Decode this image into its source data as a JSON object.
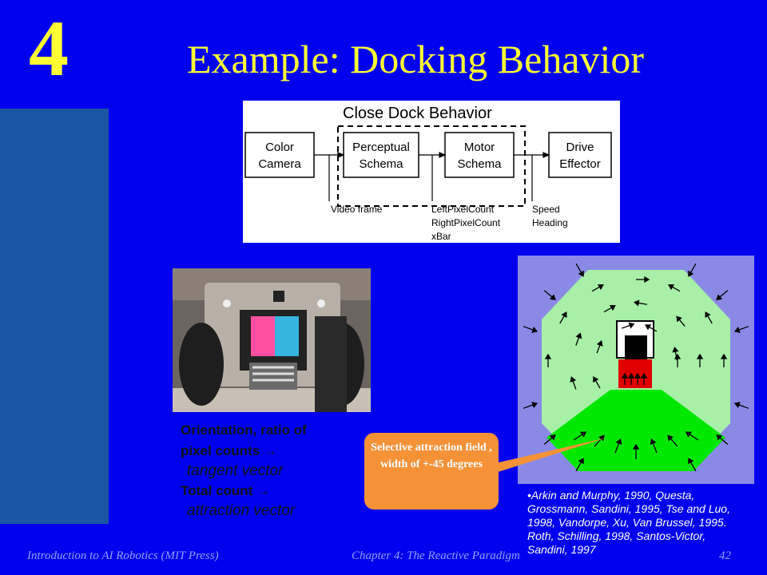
{
  "slide": {
    "chapter_number": "4",
    "title": "Example: Docking Behavior"
  },
  "diagram": {
    "title": "Close Dock Behavior",
    "boxes": [
      {
        "line1": "Color",
        "line2": "Camera"
      },
      {
        "line1": "Perceptual",
        "line2": "Schema"
      },
      {
        "line1": "Motor",
        "line2": "Schema"
      },
      {
        "line1": "Drive",
        "line2": "Effector"
      }
    ],
    "signal_video": "Video frame",
    "signal_motor_inputs": [
      "LeftPixelCount",
      "RightPixelCount",
      "xBar"
    ],
    "signal_drive_inputs": [
      "Speed",
      "Heading"
    ]
  },
  "caption": {
    "line1": "Orientation, ratio of",
    "line2": "pixel counts →",
    "line3": "tangent vector",
    "line4": "Total count →",
    "line5": "attraction vector"
  },
  "callout": {
    "text": "Selective attraction field , width of +-45 degrees"
  },
  "reference": {
    "text": "•Arkin and Murphy, 1990, Questa, Grossmann, Sandini, 1995, Tse and Luo, 1998, Vandorpe, Xu, Van Brussel, 1995. Roth, Schilling, 1998, Santos-Victor, Sandini, 1997"
  },
  "footer": {
    "left": "Introduction to AI Robotics (MIT Press)",
    "center": "Chapter 4: The Reactive Paradigm",
    "page": "42"
  },
  "colors": {
    "background": "#0000ee",
    "title": "#ffff33",
    "sidebar": "#1a56a3",
    "callout": "#f59238",
    "field_outer": "#a8f0a8",
    "field_inner": "#00e800",
    "robot_red": "#e00000",
    "plot_bg": "#8a8ae6"
  }
}
